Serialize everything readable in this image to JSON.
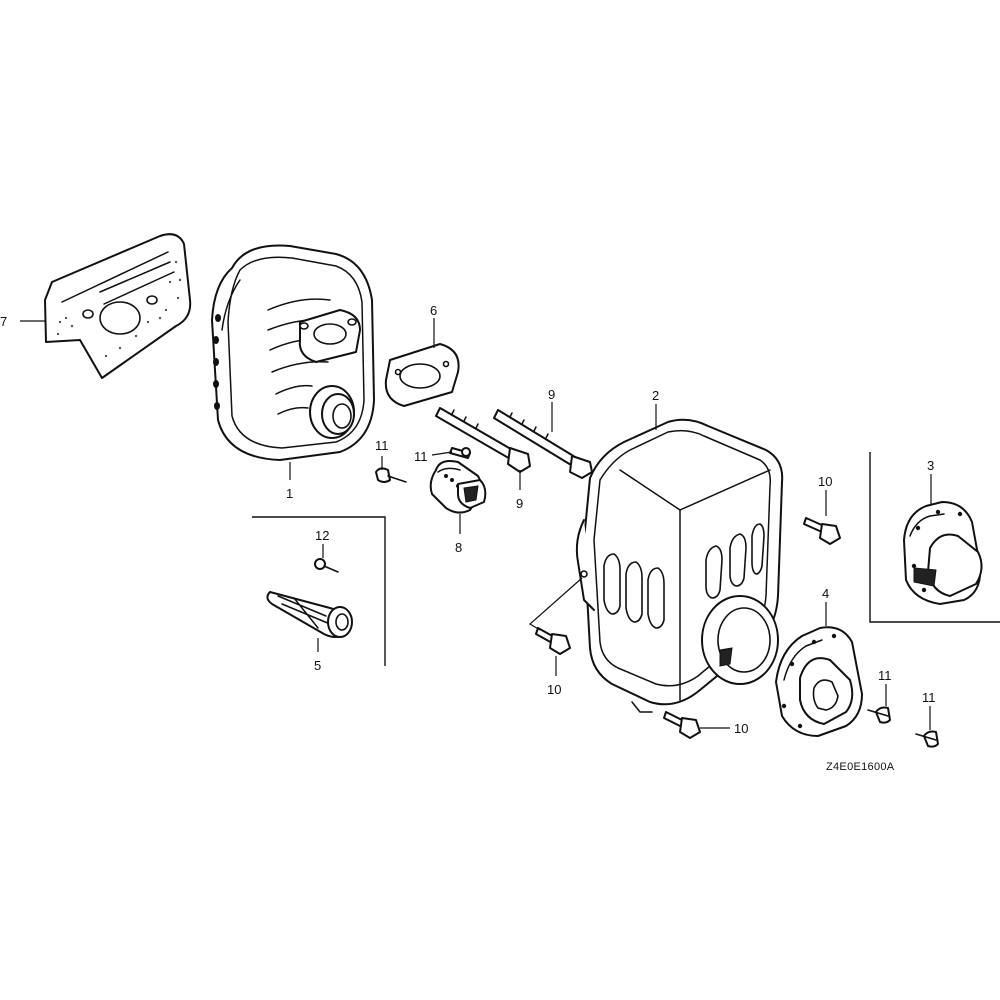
{
  "callouts": {
    "c1": "1",
    "c2": "2",
    "c3": "3",
    "c4": "4",
    "c5": "5",
    "c6": "6",
    "c7": "7",
    "c8": "8",
    "c9a": "9",
    "c9b": "9",
    "c10a": "10",
    "c10b": "10",
    "c10c": "10",
    "c11a": "11",
    "c11b": "11",
    "c11c": "11",
    "c11d": "11",
    "c12": "12"
  },
  "diagram_code": "Z4E0E1600A"
}
